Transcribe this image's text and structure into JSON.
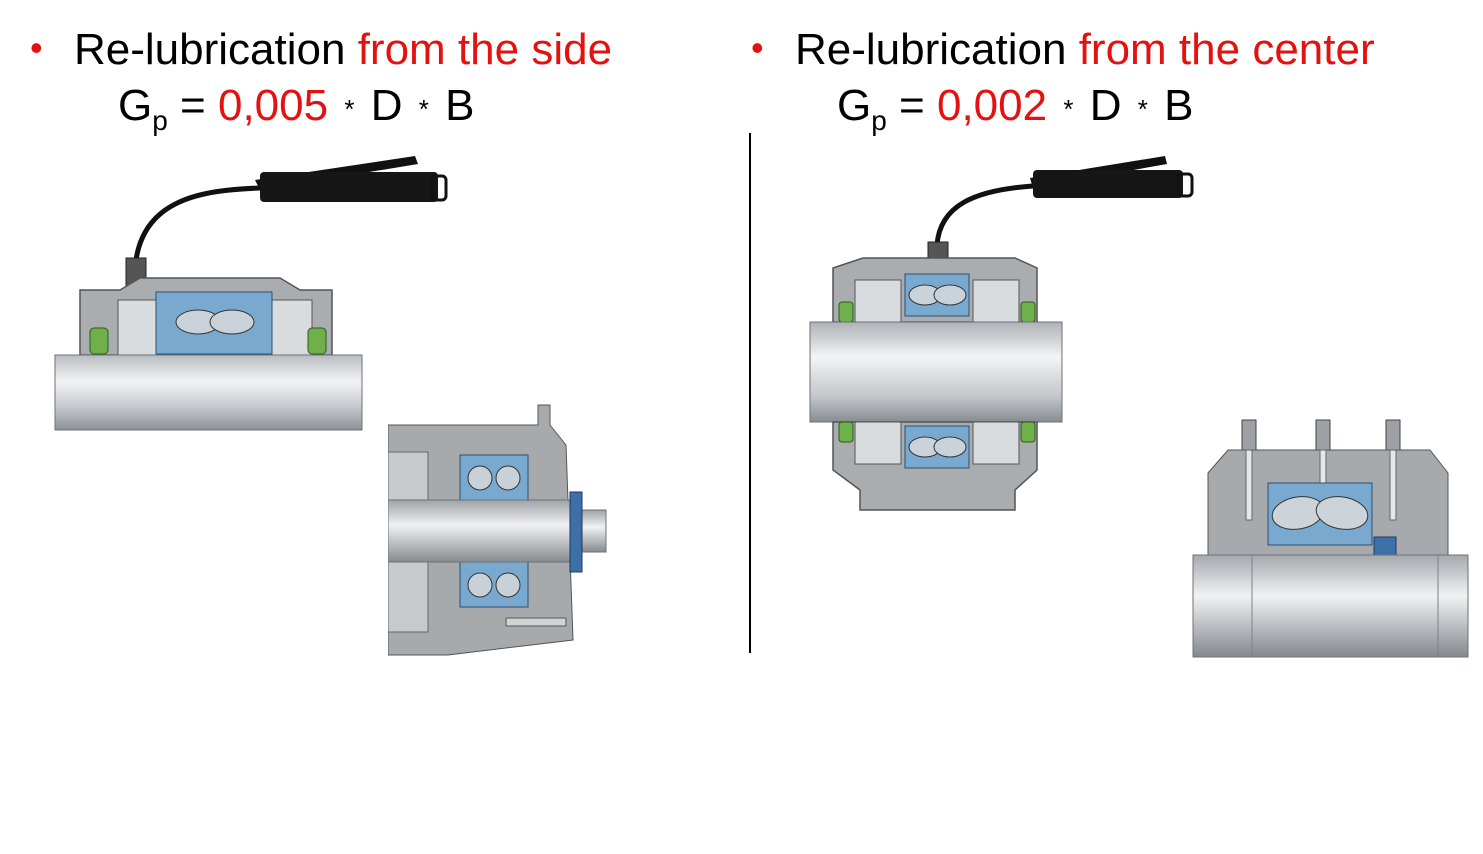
{
  "left": {
    "bullet": "•",
    "title_prefix": "Re-lubrication",
    "title_accent": "from the side",
    "formula": {
      "lhs": "G",
      "lhs_sub": "p",
      "equals": "=",
      "coefficient": "0,005",
      "op1": "*",
      "var1": "D",
      "op2": "*",
      "var2": "B"
    }
  },
  "right": {
    "bullet": "•",
    "title_prefix": "Re-lubrication",
    "title_accent": "from the center",
    "formula": {
      "lhs": "G",
      "lhs_sub": "p",
      "equals": "=",
      "coefficient": "0,002",
      "op1": "*",
      "var1": "D",
      "op2": "*",
      "var2": "B"
    }
  },
  "colors": {
    "accent": "#e3110f",
    "housing": "#a9adb0",
    "bearing_blue": "#7aa9cf",
    "seal_green": "#6fb04a",
    "shaft_light": "#e6e8ea",
    "shaft_dark": "#8c9196"
  }
}
